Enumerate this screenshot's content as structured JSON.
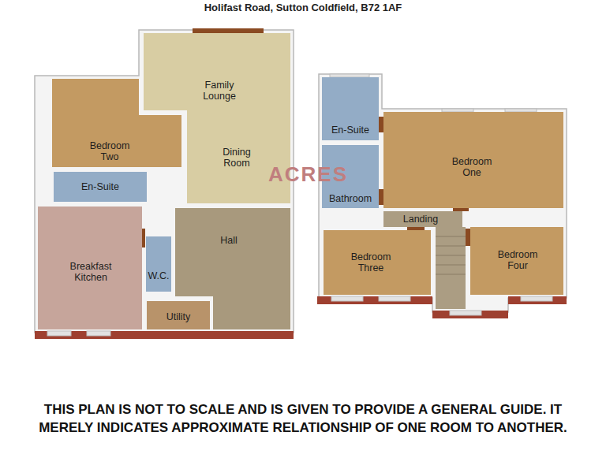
{
  "diagram": {
    "title": "Holifast Road, Sutton Coldfield, B72 1AF",
    "caption": "THIS PLAN IS NOT TO SCALE AND IS GIVEN TO PROVIDE A GENERAL GUIDE. IT MERELY INDICATES APPROXIMATE RELATIONSHIP OF ONE ROOM TO ANOTHER.",
    "nodes": [
      {
        "text": [
          "Family Lounge"
        ]
      },
      {
        "text": [
          "Bedroom Two"
        ]
      },
      {
        "text": [
          "Dining Room"
        ]
      },
      {
        "text": [
          "En-Suite"
        ]
      },
      {
        "text": [
          "Breakfast Kitchen"
        ]
      },
      {
        "text": [
          "W.C."
        ]
      },
      {
        "text": [
          "Hall"
        ]
      },
      {
        "text": [
          "Utility"
        ]
      },
      {
        "text": [
          "En-Suite"
        ]
      },
      {
        "text": [
          "Bedroom One"
        ]
      },
      {
        "text": [
          "Bathroom"
        ]
      },
      {
        "text": [
          "Landing"
        ]
      },
      {
        "text": [
          "Bedroom Three"
        ]
      },
      {
        "text": [
          "Bedroom Four"
        ]
      }
    ],
    "labels": [
      "ACRES"
    ]
  }
}
